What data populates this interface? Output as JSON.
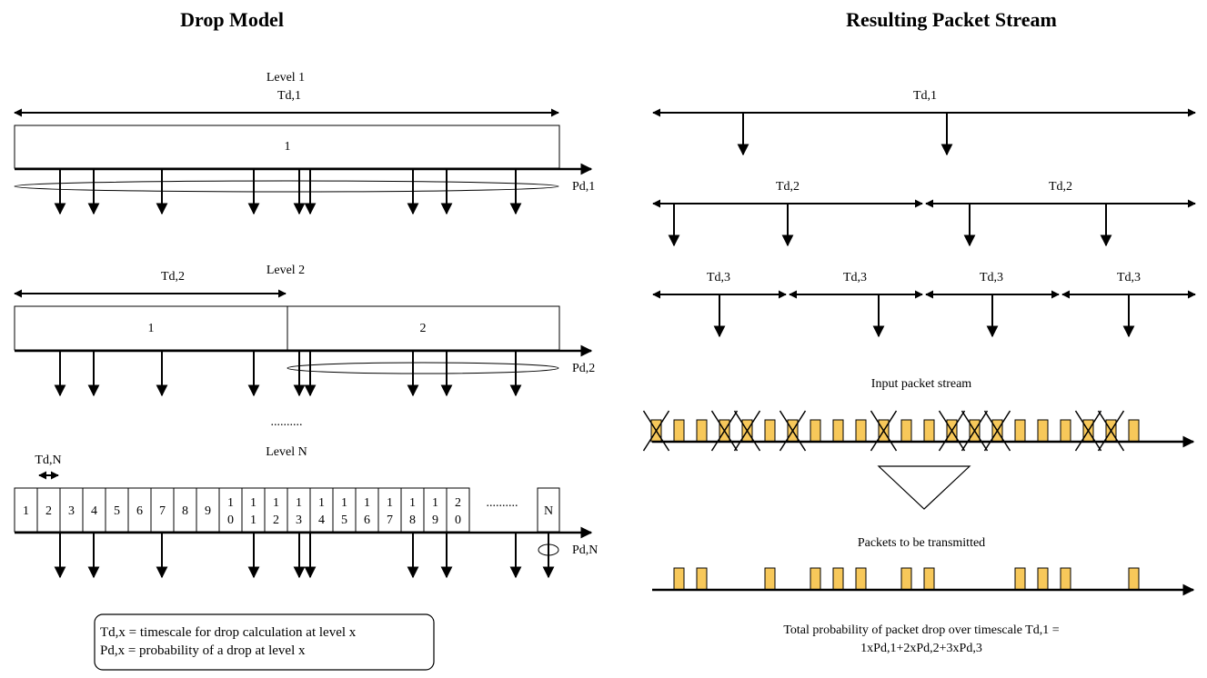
{
  "colors": {
    "packet_fill": "#F7C85A",
    "packet_stroke": "#000000",
    "line": "#000000"
  },
  "left_panel": {
    "title": "Drop Model",
    "level1": {
      "label": "Level 1",
      "timescale": "Td,1",
      "block": "1",
      "prob": "Pd,1"
    },
    "level2": {
      "label": "Level 2",
      "timescale": "Td,2",
      "blocks": [
        "1",
        "2"
      ],
      "prob": "Pd,2"
    },
    "ellipsis": "..........",
    "levelN": {
      "label": "Level N",
      "timescale": "Td,N",
      "cells": [
        "1",
        "2",
        "3",
        "4",
        "5",
        "6",
        "7",
        "8",
        "9",
        [
          "1",
          "0"
        ],
        [
          "1",
          "1"
        ],
        [
          "1",
          "2"
        ],
        [
          "1",
          "3"
        ],
        [
          "1",
          "4"
        ],
        [
          "1",
          "5"
        ],
        [
          "1",
          "6"
        ],
        [
          "1",
          "7"
        ],
        [
          "1",
          "8"
        ],
        [
          "1",
          "9"
        ],
        [
          "2",
          "0"
        ]
      ],
      "cell_ellipsis": "..........",
      "last_cell": "N",
      "prob": "Pd,N"
    },
    "legend": [
      "Td,x = timescale for drop calculation at level x",
      "Pd,x = probability of a drop at level x"
    ]
  },
  "right_panel": {
    "title": "Resulting Packet Stream",
    "row1_labels": [
      "Td,1"
    ],
    "row2_labels": [
      "Td,2",
      "Td,2"
    ],
    "row3_labels": [
      "Td,3",
      "Td,3",
      "Td,3",
      "Td,3"
    ],
    "input_label": "Input packet stream",
    "output_label": "Packets to be transmitted",
    "input_packets": [
      {
        "d": true
      },
      {
        "d": false
      },
      {
        "d": false
      },
      {
        "d": true
      },
      {
        "d": true
      },
      {
        "d": false
      },
      {
        "d": true
      },
      {
        "d": false
      },
      {
        "d": false
      },
      {
        "d": false
      },
      {
        "d": true
      },
      {
        "d": false
      },
      {
        "d": false
      },
      {
        "d": true
      },
      {
        "d": true
      },
      {
        "d": true
      },
      {
        "d": false
      },
      {
        "d": false
      },
      {
        "d": false
      },
      {
        "d": true
      },
      {
        "d": true
      },
      {
        "d": false
      }
    ],
    "total_line1": "Total probability of packet drop over timescale Td,1 =",
    "total_line2": "1xPd,1+2xPd,2+3xPd,3"
  }
}
